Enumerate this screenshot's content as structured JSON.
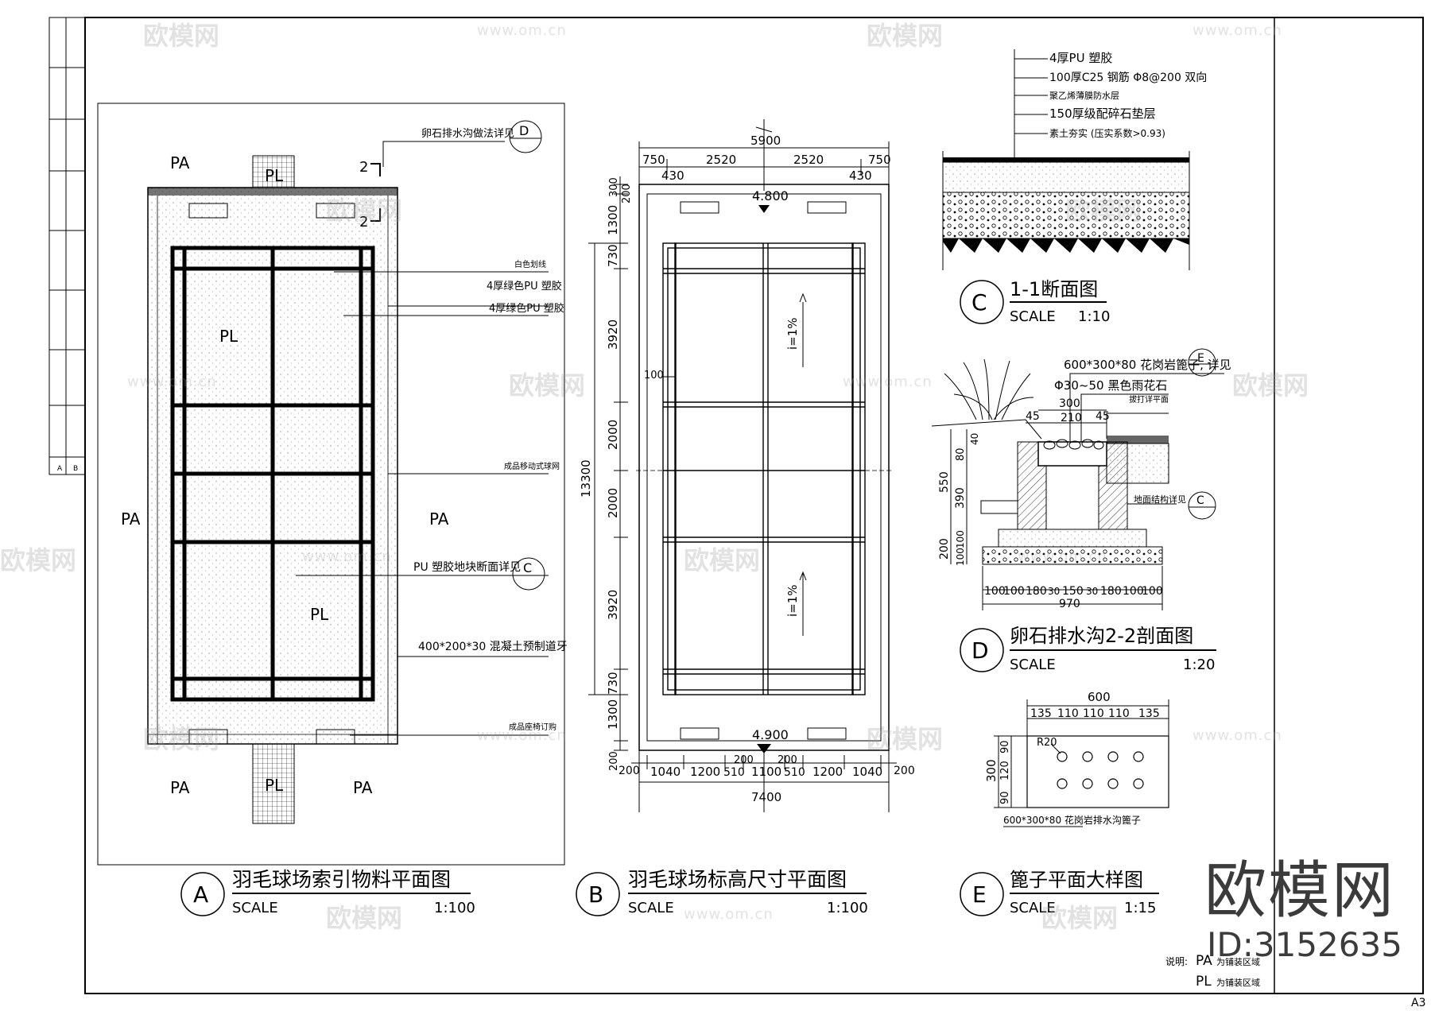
{
  "watermark": {
    "brand": "欧模网",
    "url": "www.om.cn",
    "id": "ID:3152635"
  },
  "sheet": {
    "size": "A3"
  },
  "notes": {
    "label": "说明:",
    "pa_code": "PA",
    "pa_text": "为铺装区域",
    "pl_code": "PL",
    "pl_text": "为铺装区域"
  },
  "drawing_a": {
    "letter": "A",
    "title": "羽毛球场索引物料平面图",
    "scale_label": "SCALE",
    "scale": "1:100",
    "zones": [
      "PA",
      "PL"
    ],
    "callouts": {
      "drain_detail": "卵石排水沟做法详见",
      "drain_ref": "D",
      "section_mark": "2",
      "white_line": "白色划线",
      "pu_green_1": "4厚绿色PU 塑胶",
      "pu_green_2": "4厚绿色PU 塑胶",
      "net": "成品移动式球网",
      "pu_section": "PU 塑胶地块断面详见",
      "pu_ref": "C",
      "curb": "400*200*30 混凝土预制道牙",
      "seat": "成品座椅订购"
    }
  },
  "drawing_b": {
    "letter": "B",
    "title": "羽毛球场标高尺寸平面图",
    "scale_label": "SCALE",
    "scale": "1:100",
    "top_overall": "5900",
    "top_dims": [
      "750",
      "2520",
      "2520",
      "750"
    ],
    "top_sub": [
      "430",
      "430"
    ],
    "left_total": "13300",
    "left_dims": [
      "300",
      "200",
      "1300",
      "730",
      "3920",
      "2000",
      "2000",
      "3920",
      "730",
      "1300",
      "200"
    ],
    "bottom_dims": [
      "200",
      "1040",
      "1200",
      "510",
      "1100",
      "510",
      "1200",
      "1040",
      "200"
    ],
    "bottom_sub": [
      "200",
      "200"
    ],
    "bottom_overall": "7400",
    "elev_top": "4.800",
    "elev_bottom": "4.900",
    "slope": "i=1%",
    "dim_100": "100"
  },
  "drawing_c": {
    "letter": "C",
    "title": "1-1断面图",
    "scale_label": "SCALE",
    "scale": "1:10",
    "layers": [
      "4厚PU 塑胶",
      "100厚C25 钢筋 Φ8@200 双向",
      "聚乙烯薄膜防水层",
      "150厚级配碎石垫层",
      "素土夯实 (压实系数>0.93)"
    ]
  },
  "drawing_d": {
    "letter": "D",
    "title": "卵石排水沟2-2剖面图",
    "scale_label": "SCALE",
    "scale": "1:20",
    "grate": "600*300*80 花岗岩篦子, 详见",
    "grate_ref": "E",
    "pebble": "Φ30~50 黑色雨花石",
    "finish": "拔打详平面",
    "ground_ref_text": "地面结构详见",
    "ground_ref": "C",
    "top_dims": [
      "300",
      "210",
      "45",
      "45"
    ],
    "left_dims": [
      "550",
      "80",
      "40",
      "390",
      "200",
      "100",
      "100"
    ],
    "bottom_dims": [
      "100",
      "100",
      "180",
      "30",
      "150",
      "30",
      "180",
      "100",
      "100"
    ],
    "bottom_total": "970"
  },
  "drawing_e": {
    "letter": "E",
    "title": "篦子平面大样图",
    "scale_label": "SCALE",
    "scale": "1:15",
    "width": "600",
    "top_dims": [
      "135",
      "110",
      "110",
      "110",
      "135"
    ],
    "height": "300",
    "left_dims": [
      "90",
      "120",
      "90"
    ],
    "radius": "R20",
    "caption": "600*300*80 花岗岩排水沟篦子"
  },
  "title_block": {
    "rows": [
      "A",
      "B"
    ]
  }
}
